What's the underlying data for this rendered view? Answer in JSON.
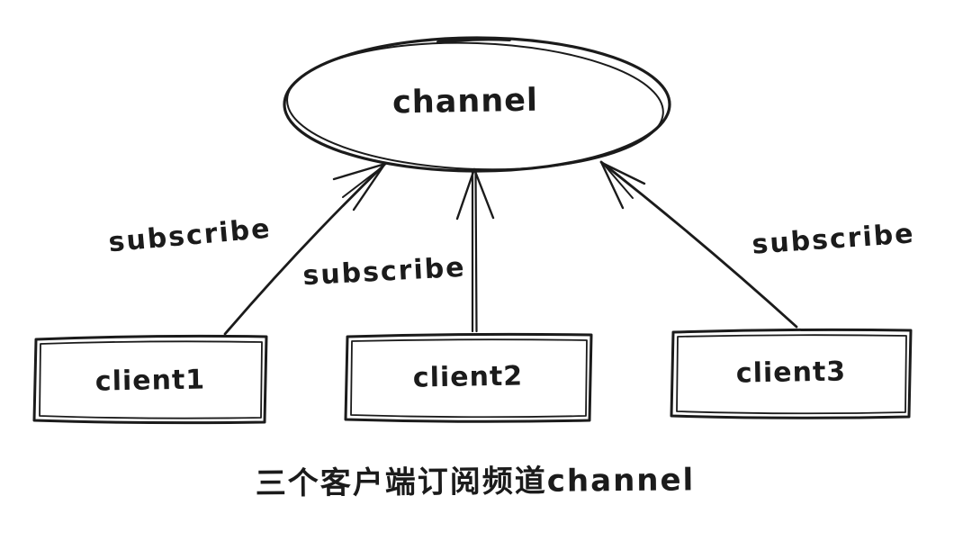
{
  "colors": {
    "ink": "#1b1b1b",
    "background": "#ffffff"
  },
  "diagram": {
    "channel": {
      "label": "channel",
      "shape": "ellipse"
    },
    "clients": [
      {
        "label": "client1"
      },
      {
        "label": "client2"
      },
      {
        "label": "client3"
      }
    ],
    "edges": [
      {
        "from": "client1",
        "to": "channel",
        "label": "subscribe",
        "style": "single-line-arrow"
      },
      {
        "from": "client2",
        "to": "channel",
        "label": "subscribe",
        "style": "double-line-arrow"
      },
      {
        "from": "client3",
        "to": "channel",
        "label": "subscribe",
        "style": "single-line-arrow"
      }
    ],
    "caption": "三个客户端订阅频道channel"
  }
}
